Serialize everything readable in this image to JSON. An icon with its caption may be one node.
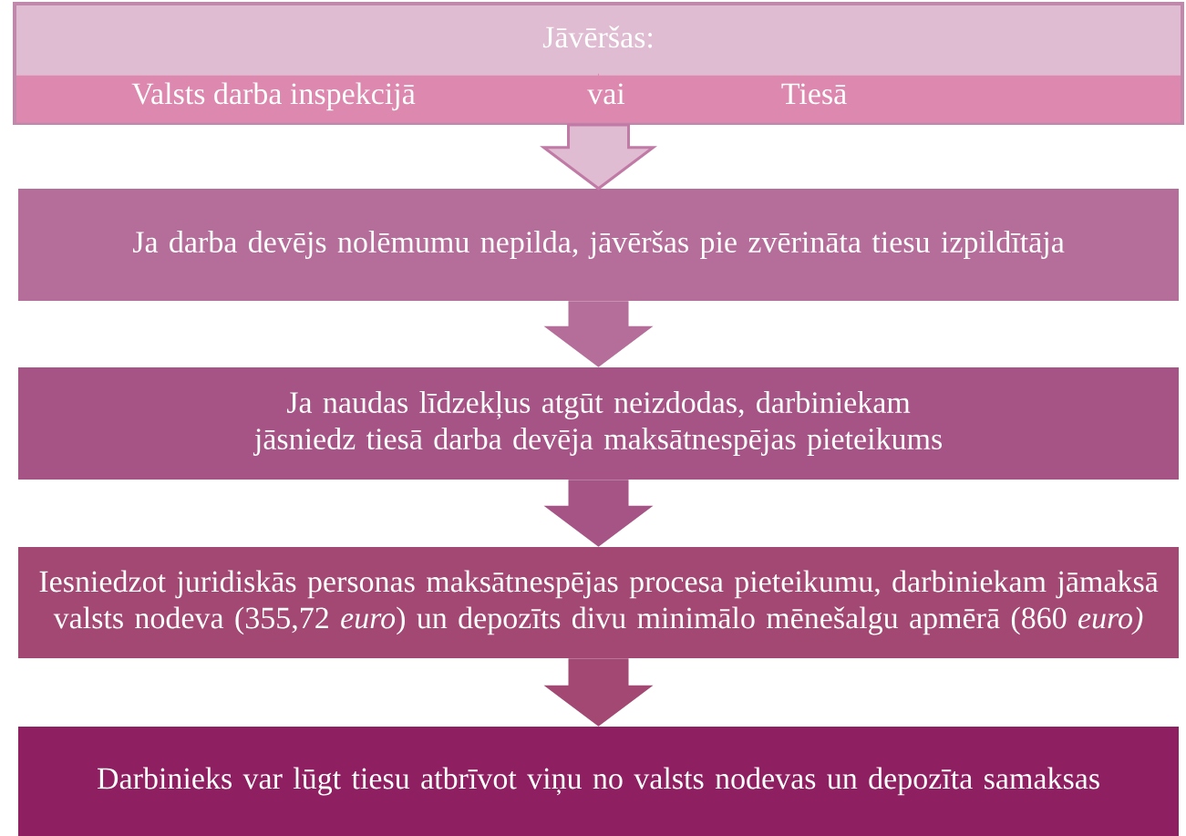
{
  "diagram": {
    "nodes": [
      {
        "text": [
          "Jāvēršas:"
        ]
      },
      {
        "text": [
          "Valsts darba inspekcijā",
          "vai",
          "Tiesā"
        ],
        "in": 0
      },
      {
        "text": [
          "Ja darba devējs nolēmumu nepilda, jāvēršas pie zvērināta tiesu izpildītāja"
        ]
      },
      {
        "text": [
          "Ja naudas līdzekļus atgūt neizdodas, darbiniekam jāsniedz tiesā darba devēja maksātnespējas pieteikums"
        ]
      },
      {
        "text": [
          "Iesniedzot juridiskās personas maksātnespējas procesa pieteikumu, darbiniekam jāmaksā valsts nodeva (355,72 *euro*) un depozīts divu minimālo mēnešalgu apmērā (860 *euro)*"
        ]
      },
      {
        "text": [
          "Darbinieks var lūgt tiesu atbrīvot viņu no valsts nodevas un depozīta samaksas"
        ]
      }
    ],
    "edges": [
      {
        "from": 0,
        "to": 2,
        "arrow": "to"
      },
      {
        "from": 2,
        "to": 3,
        "arrow": "to"
      },
      {
        "from": 3,
        "to": 4,
        "arrow": "to"
      },
      {
        "from": 4,
        "to": 5,
        "arrow": "to"
      }
    ]
  }
}
